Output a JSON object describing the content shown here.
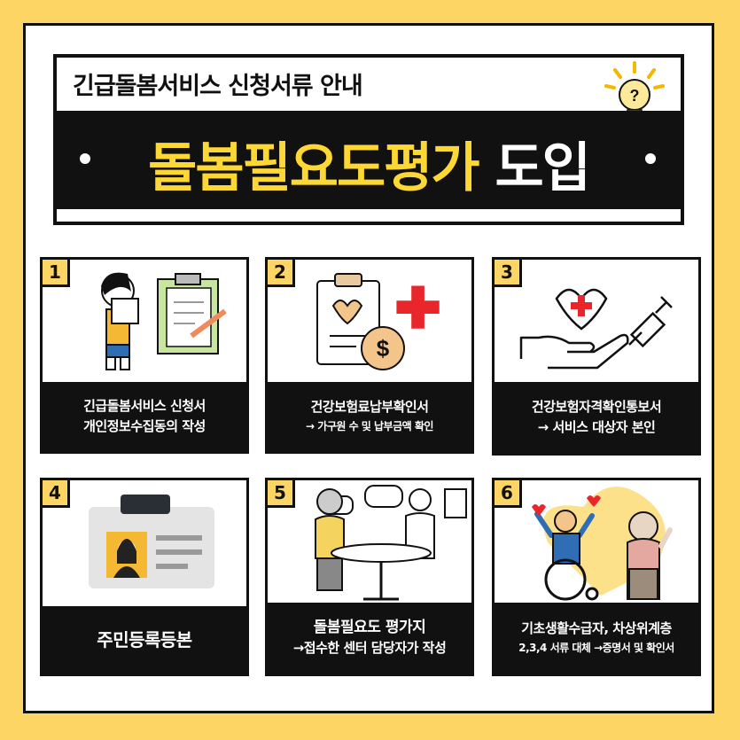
{
  "header": {
    "subtitle": "긴급돌봄서비스 신청서류 안내",
    "title_highlight": "돌봄필요도평가",
    "title_white": "도입"
  },
  "cards": [
    {
      "number": "1",
      "line1": "긴급돌봄서비스 신청서",
      "line2": "개인정보수집동의 작성"
    },
    {
      "number": "2",
      "line1": "건강보험료납부확인서",
      "line2": "→ 가구원 수 및 납부금액 확인"
    },
    {
      "number": "3",
      "line1": "건강보험자격확인통보서",
      "line2": "→ 서비스 대상자 본인"
    },
    {
      "number": "4",
      "line1": "주민등록등본",
      "line2": ""
    },
    {
      "number": "5",
      "line1": "돌봄필요도 평가지",
      "line2": "→접수한 센터 담당자가 작성"
    },
    {
      "number": "6",
      "line1": "기초생활수급자, 차상위계층",
      "line2": "2,3,4 서류 대체 →증명서 및 확인서"
    }
  ],
  "colors": {
    "background": "#FDD565",
    "accent_yellow": "#FDD835",
    "red": "#E8262B",
    "black": "#111111"
  }
}
